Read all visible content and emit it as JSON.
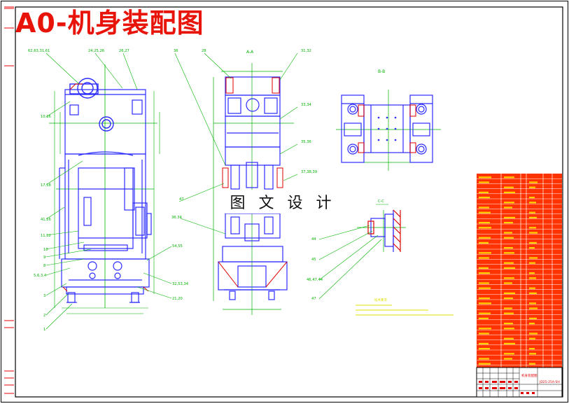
{
  "title": "A0-机身装配图",
  "watermark": "图 文 设 计",
  "colors": {
    "frame": "#000000",
    "title": "#e8140a",
    "outline": "#2b2bff",
    "centerline": "#00b400",
    "section": "#e00000",
    "leader": "#00b400",
    "notes": "#e0e000",
    "table_fill": "#ff3300",
    "table_line": "#ffffff"
  },
  "front_view": {
    "labels": [
      "62,63,31,61",
      "24,25,26",
      "26,27",
      "10,16",
      "17,18",
      "41,16",
      "11,12",
      "10",
      "9",
      "8",
      "5,6,3,4",
      "3",
      "2",
      "1"
    ],
    "right_labels": [
      "54,55",
      "32,53,34",
      "21,20"
    ]
  },
  "section_aa": {
    "caption": "A-A",
    "labels": [
      "36",
      "28",
      "31,32",
      "33,34",
      "35,36",
      "37,38,39",
      "47",
      "36,34"
    ]
  },
  "section_bb": {
    "caption": "B-B"
  },
  "section_cc": {
    "caption": "C-C",
    "labels": [
      "44",
      "45",
      "46,47,44",
      "47"
    ]
  },
  "notes_title": "技术要求",
  "title_block": {
    "drawing_name": "机身装配图",
    "drawing_no": "JD25-25A-SH"
  }
}
